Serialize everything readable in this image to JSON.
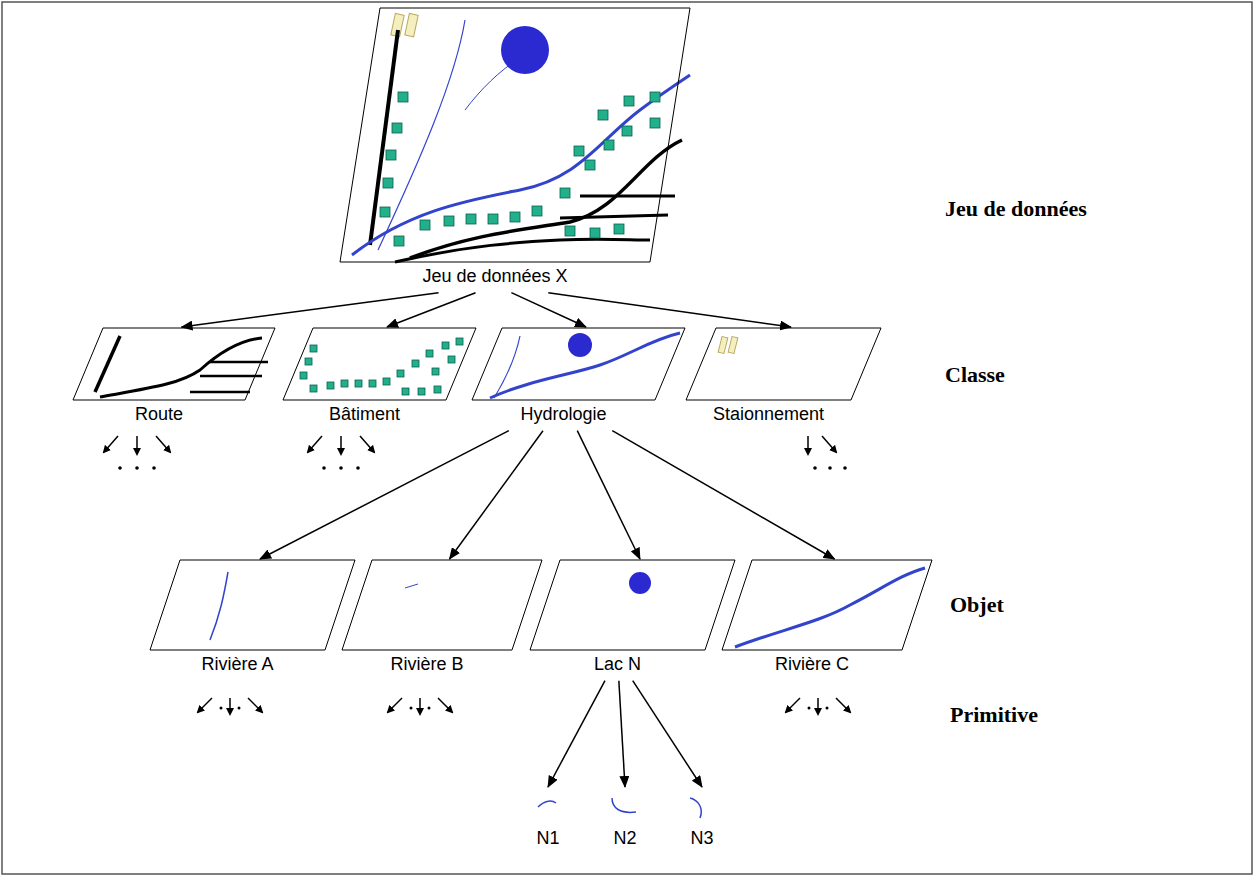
{
  "diagram": {
    "nodes": [
      {
        "text": [
          "Jeu de données X"
        ]
      },
      {
        "text": [
          "Route"
        ]
      },
      {
        "text": [
          "Bâtiment"
        ]
      },
      {
        "text": [
          "Hydrologie"
        ]
      },
      {
        "text": [
          "Staionnement"
        ]
      },
      {
        "text": [
          "Rivière A"
        ]
      },
      {
        "text": [
          "Rivière B"
        ]
      },
      {
        "text": [
          "Lac N"
        ]
      },
      {
        "text": [
          "Rivière C"
        ]
      },
      {
        "text": [
          "N1"
        ]
      },
      {
        "text": [
          "N2"
        ]
      },
      {
        "text": [
          "N3"
        ]
      }
    ],
    "edges": [
      {
        "from": 0,
        "to": 1,
        "arrow": "to"
      },
      {
        "from": 0,
        "to": 2,
        "arrow": "to"
      },
      {
        "from": 0,
        "to": 3,
        "arrow": "to"
      },
      {
        "from": 0,
        "to": 4,
        "arrow": "to"
      },
      {
        "from": 3,
        "to": 5,
        "arrow": "to"
      },
      {
        "from": 3,
        "to": 6,
        "arrow": "to"
      },
      {
        "from": 3,
        "to": 7,
        "arrow": "to"
      },
      {
        "from": 3,
        "to": 8,
        "arrow": "to"
      },
      {
        "from": 7,
        "to": 9,
        "arrow": "to"
      },
      {
        "from": 7,
        "to": 10,
        "arrow": "to"
      },
      {
        "from": 7,
        "to": 11,
        "arrow": "to"
      }
    ],
    "labels": [
      "Jeu de données",
      "Classe",
      "Objet",
      "Primitive"
    ]
  }
}
